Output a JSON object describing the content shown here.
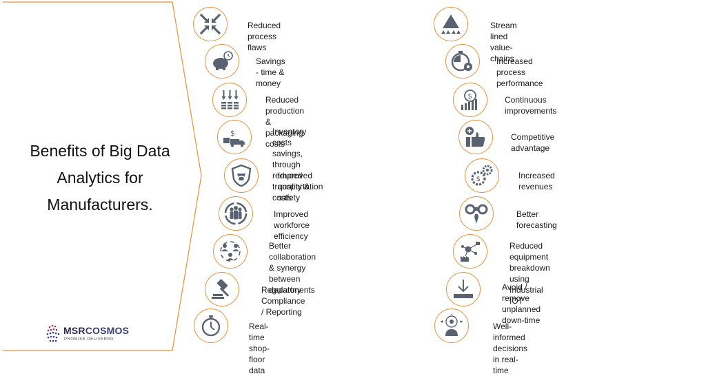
{
  "title": "Benefits of Big Data\nAnalytics for\nManufacturers.",
  "logo": {
    "brand_bold": "MSR",
    "brand_rest": "COSMOS",
    "tagline": "PROMISE DELIVERED"
  },
  "colors": {
    "accent": "#e8913a",
    "icon": "#5a6272",
    "logo_blue": "#2a2a5a"
  },
  "left_items": [
    {
      "label": "Reduced process flaws",
      "icon": "arrows-inward-icon"
    },
    {
      "label": "Savings - time & money",
      "icon": "piggy-bank-clock-icon"
    },
    {
      "label": "Reduced production & packaging costs",
      "icon": "coins-down-icon"
    },
    {
      "label": "Inventory costs savings, through reduced\ntransportation costs",
      "icon": "delivery-truck-icon"
    },
    {
      "label": "Improved quality & safety",
      "icon": "quality-shield-icon"
    },
    {
      "label": "Improved workforce efficiency",
      "icon": "workforce-icon"
    },
    {
      "label": "Better collaboration & synergy between\ndepartments",
      "icon": "collaboration-icon"
    },
    {
      "label": "Regulatory Compliance / Reporting",
      "icon": "gavel-icon"
    },
    {
      "label": "Real-time shop-floor data",
      "icon": "stopwatch-icon"
    }
  ],
  "right_items": [
    {
      "label": "Stream lined value-chains",
      "icon": "pyramid-icon"
    },
    {
      "label": "Increased process performance",
      "icon": "gear-timer-icon"
    },
    {
      "label": "Continuous improvements",
      "icon": "growth-chart-icon"
    },
    {
      "label": "Competitive advantage",
      "icon": "thumbs-up-icon"
    },
    {
      "label": "Increased revenues",
      "icon": "dollar-gears-icon"
    },
    {
      "label": "Better forecasting",
      "icon": "binoculars-icon"
    },
    {
      "label": "Reduced equipment breakdown\nusing Industrial IOT",
      "icon": "iot-network-icon"
    },
    {
      "label": "Avoid / remove unplanned\ndown-time",
      "icon": "download-tray-icon"
    },
    {
      "label": "Well-informed decisions in real-time",
      "icon": "decision-icon"
    }
  ]
}
